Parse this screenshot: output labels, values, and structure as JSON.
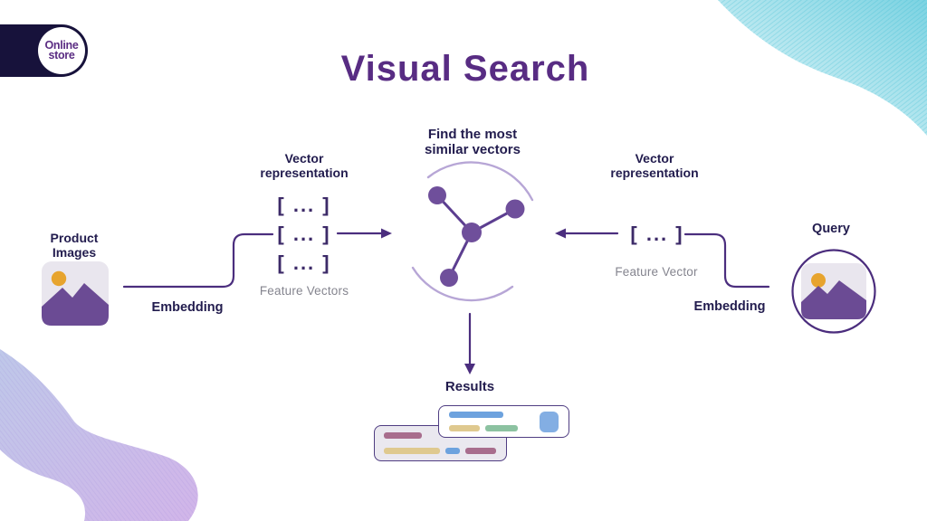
{
  "logo": {
    "line1": "Online",
    "line2": "store"
  },
  "title": "Visual Search",
  "colors": {
    "title_purple": "#582c83",
    "label_navy": "#221c4e",
    "line_purple": "#4b2e7e",
    "node_purple": "#6f4f9b",
    "arc_lavender": "#b7a6d6",
    "caption_gray": "#85858f",
    "logo_navy": "#17123b",
    "icon_bg_gray": "#e9e6ee",
    "icon_mountain_purple": "#6b4b94",
    "icon_sun_orange": "#e7a42e",
    "teal_accent": "#7cd3e2",
    "lavender_accent": "#cfafe8"
  },
  "left_flow": {
    "source_label_line1": "Product",
    "source_label_line2": "Images",
    "edge_label": "Embedding",
    "vector_heading_line1": "Vector",
    "vector_heading_line2": "representation",
    "vector_rows": [
      "[ ... ]",
      "[ ... ]",
      "[ ... ]"
    ],
    "vector_caption": "Feature Vectors"
  },
  "center": {
    "heading_line1": "Find the most",
    "heading_line2": "similar vectors",
    "output_label": "Results"
  },
  "right_flow": {
    "source_label": "Query",
    "edge_label": "Embedding",
    "vector_heading_line1": "Vector",
    "vector_heading_line2": "representation",
    "vector_row": "[ ... ]",
    "vector_caption": "Feature Vector"
  },
  "results_cards": {
    "back": {
      "rows": [
        [
          {
            "color": "#a86d8d",
            "width": 42
          }
        ],
        [
          {
            "color": "#dfc98f",
            "width": 62
          },
          {
            "color": "#6da2de",
            "width": 16
          },
          {
            "color": "#a86d8d",
            "width": 34
          }
        ]
      ]
    },
    "front": {
      "rows": [
        [
          {
            "color": "#6da2de",
            "width": 60
          }
        ],
        [
          {
            "color": "#dfc98f",
            "width": 34
          },
          {
            "color": "#8cc2a1",
            "width": 36
          }
        ]
      ],
      "thumb_color": "#83aee3"
    }
  }
}
